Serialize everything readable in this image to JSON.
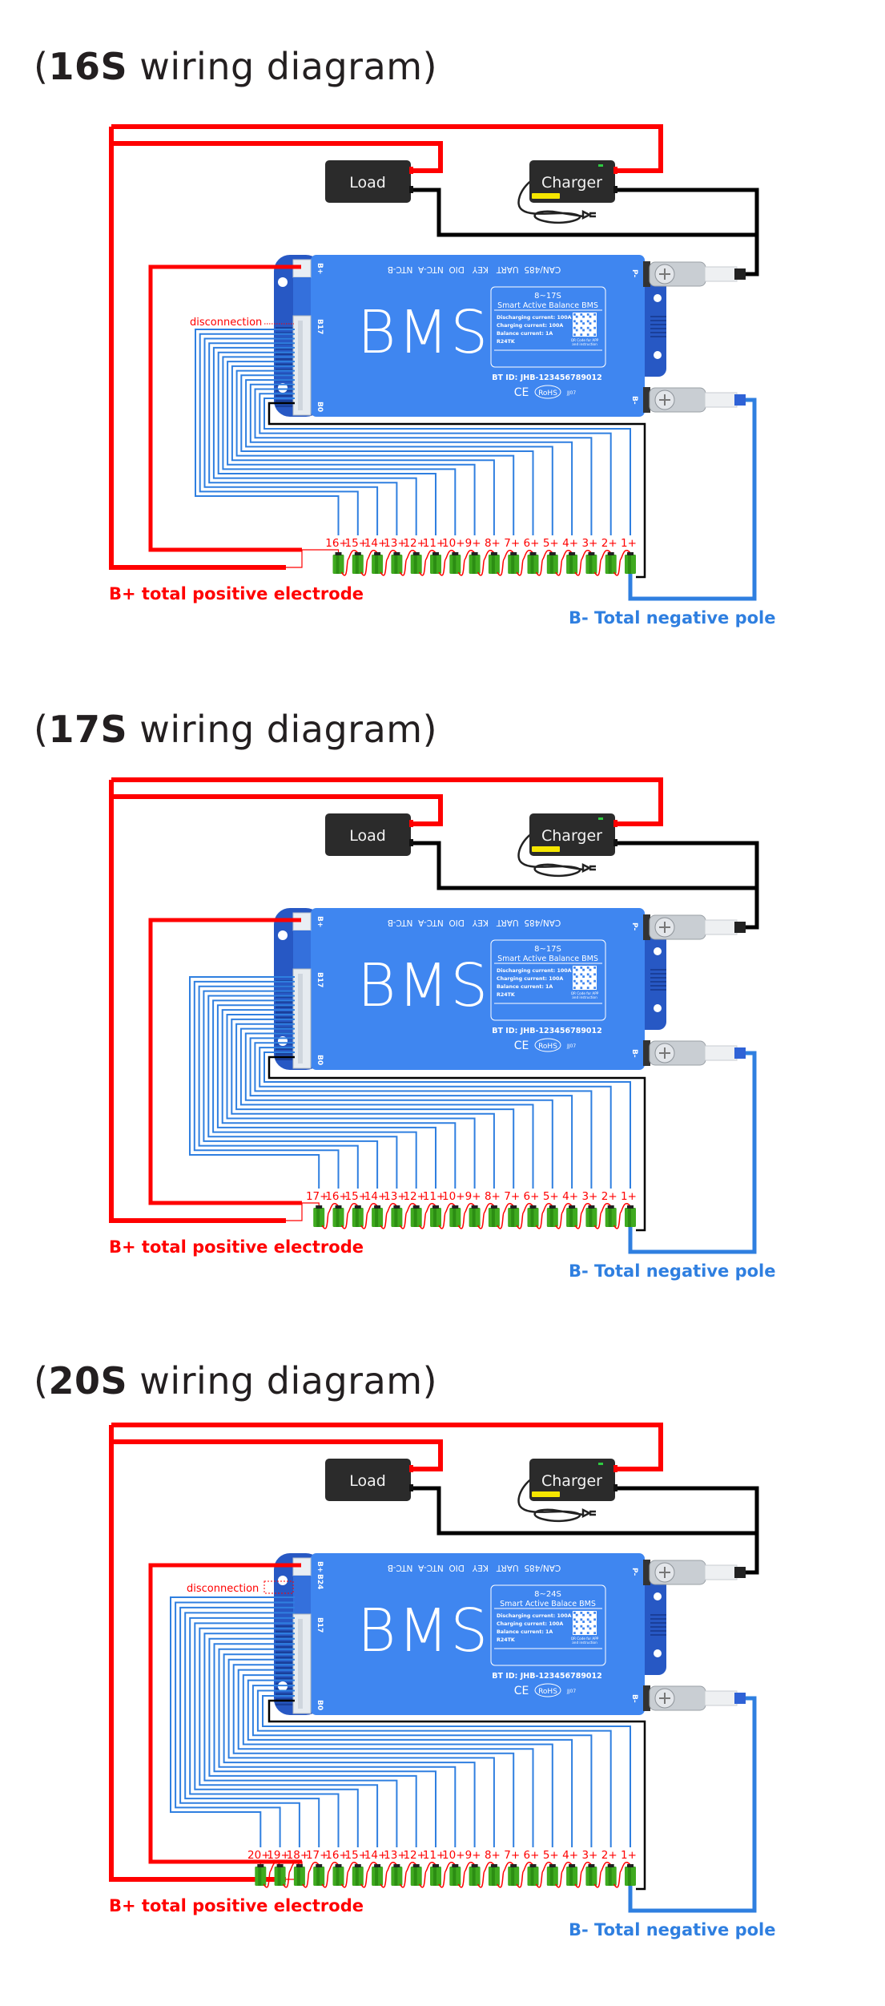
{
  "sections": [
    {
      "title": {
        "open": "(",
        "bold": "16S",
        "rest": " wiring diagram)"
      },
      "load_label": "Load",
      "charger_label": "Charger",
      "disconnection_label": "disconnection",
      "bplus_label": "B+ total positive electrode",
      "bminus_label": "B- Total negative pole",
      "cell_labels": [
        "16+",
        "15+",
        "14+",
        "13+",
        "12+",
        "11+",
        "10+",
        "9+",
        "8+",
        "7+",
        "6+",
        "5+",
        "4+",
        "3+",
        "2+",
        "1+"
      ],
      "bms": {
        "name": "BMS",
        "ports": "CAN/485  UART   KEY   DIO  NTC-A  NTC-B",
        "model": "8~17S",
        "product": "Smart Active Balance BMS",
        "specs": [
          "Discharging current: 100A",
          "Charging current: 100A",
          "Balance current: 1A",
          "R24TK"
        ],
        "qr_caption": [
          "QR Code for APP",
          "and instruction"
        ],
        "bt_id": "BT ID: JHB-123456789012",
        "ce": "CE",
        "rohs": "RoHS",
        "code": "JJ07",
        "pins": {
          "bplus": "B+",
          "high": "B17",
          "b0": "B0",
          "pminus": "P-",
          "bminus": "B-"
        }
      }
    },
    {
      "title": {
        "open": "(",
        "bold": "17S",
        "rest": " wiring diagram)"
      },
      "load_label": "Load",
      "charger_label": "Charger",
      "bplus_label": "B+ total positive electrode",
      "bminus_label": "B- Total negative pole",
      "cell_labels": [
        "17+",
        "16+",
        "15+",
        "14+",
        "13+",
        "12+",
        "11+",
        "10+",
        "9+",
        "8+",
        "7+",
        "6+",
        "5+",
        "4+",
        "3+",
        "2+",
        "1+"
      ],
      "bms": {
        "name": "BMS",
        "ports": "CAN/485  UART   KEY   DIO  NTC-A  NTC-B",
        "model": "8~17S",
        "product": "Smart Active Balance BMS",
        "specs": [
          "Discharging current: 100A",
          "Charging current: 100A",
          "Balance current: 1A",
          "R24TK"
        ],
        "qr_caption": [
          "QR Code for APP",
          "and instruction"
        ],
        "bt_id": "BT ID: JHB-123456789012",
        "ce": "CE",
        "rohs": "RoHS",
        "code": "JJ07",
        "pins": {
          "bplus": "B+",
          "high": "B17",
          "b0": "B0",
          "pminus": "P-",
          "bminus": "B-"
        }
      }
    },
    {
      "title": {
        "open": "(",
        "bold": "20S",
        "rest": " wiring diagram)"
      },
      "load_label": "Load",
      "charger_label": "Charger",
      "disconnection_label": "disconnection",
      "bplus_label": "B+ total positive electrode",
      "bminus_label": "B- Total negative pole",
      "cell_labels": [
        "20+",
        "19+",
        "18+",
        "17+",
        "16+",
        "15+",
        "14+",
        "13+",
        "12+",
        "11+",
        "10+",
        "9+",
        "8+",
        "7+",
        "6+",
        "5+",
        "4+",
        "3+",
        "2+",
        "1+"
      ],
      "bms": {
        "name": "BMS",
        "ports": "CAN/485  UART   KEY   DIO  NTC-A  NTC-B",
        "model": "8~24S",
        "product": "Smart Active Balace BMS",
        "specs": [
          "Discharging current: 100A",
          "Charging current: 100A",
          "Balance current: 1A",
          "R24TK"
        ],
        "qr_caption": [
          "QR Code for APP",
          "and instruction"
        ],
        "bt_id": "BT ID: JHB-123456789012",
        "ce": "CE",
        "rohs": "RoHS",
        "code": "JJ07",
        "pins": {
          "bplus": "B+",
          "top": "B24",
          "high": "B17",
          "b0": "B0",
          "pminus": "P-",
          "bminus": "B-"
        }
      }
    }
  ],
  "colors": {
    "red": "#ff0000",
    "blue": "#2f7fe0",
    "black": "#000000",
    "bms_body": "#3f86f0",
    "bms_frame": "#2758c4",
    "cell": "#3faa1f"
  }
}
